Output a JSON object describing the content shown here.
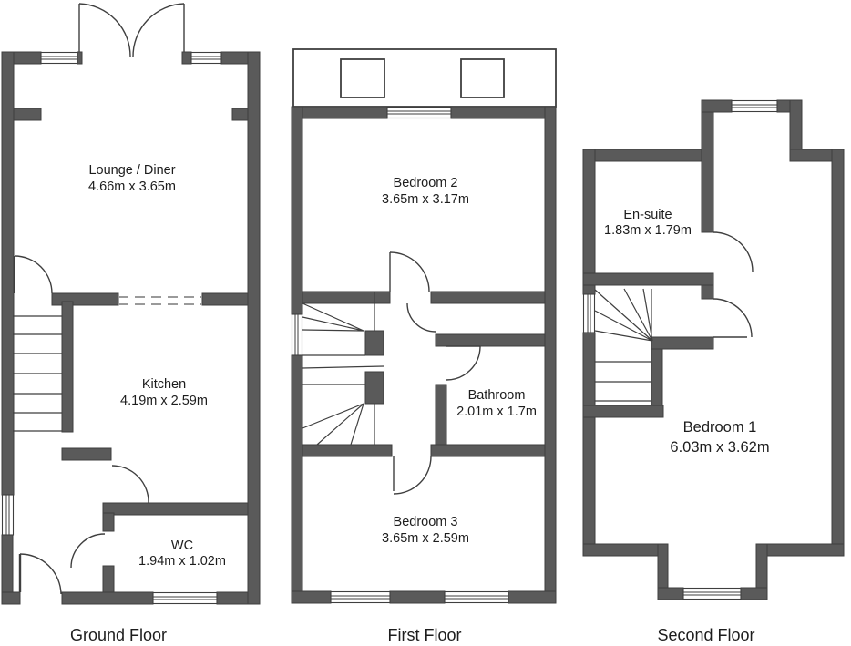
{
  "colors": {
    "wall": "#5a5a5a",
    "stroke": "#3f3f3f",
    "dash": "#9a9a9a",
    "text": "#1d1d1d",
    "background": "#ffffff"
  },
  "floors": [
    {
      "id": "ground",
      "title": "Ground Floor",
      "rooms": [
        {
          "name": "Lounge / Diner",
          "dims": "4.66m x 3.65m"
        },
        {
          "name": "Kitchen",
          "dims": "4.19m x 2.59m"
        },
        {
          "name": "WC",
          "dims": "1.94m x 1.02m"
        }
      ]
    },
    {
      "id": "first",
      "title": "First Floor",
      "rooms": [
        {
          "name": "Bedroom 2",
          "dims": "3.65m x 3.17m"
        },
        {
          "name": "Bathroom",
          "dims": "2.01m x 1.7m"
        },
        {
          "name": "Bedroom 3",
          "dims": "3.65m x 2.59m"
        }
      ]
    },
    {
      "id": "second",
      "title": "Second Floor",
      "rooms": [
        {
          "name": "En-suite",
          "dims": "1.83m x 1.79m"
        },
        {
          "name": "Bedroom 1",
          "dims": "6.03m x 3.62m"
        }
      ]
    }
  ]
}
